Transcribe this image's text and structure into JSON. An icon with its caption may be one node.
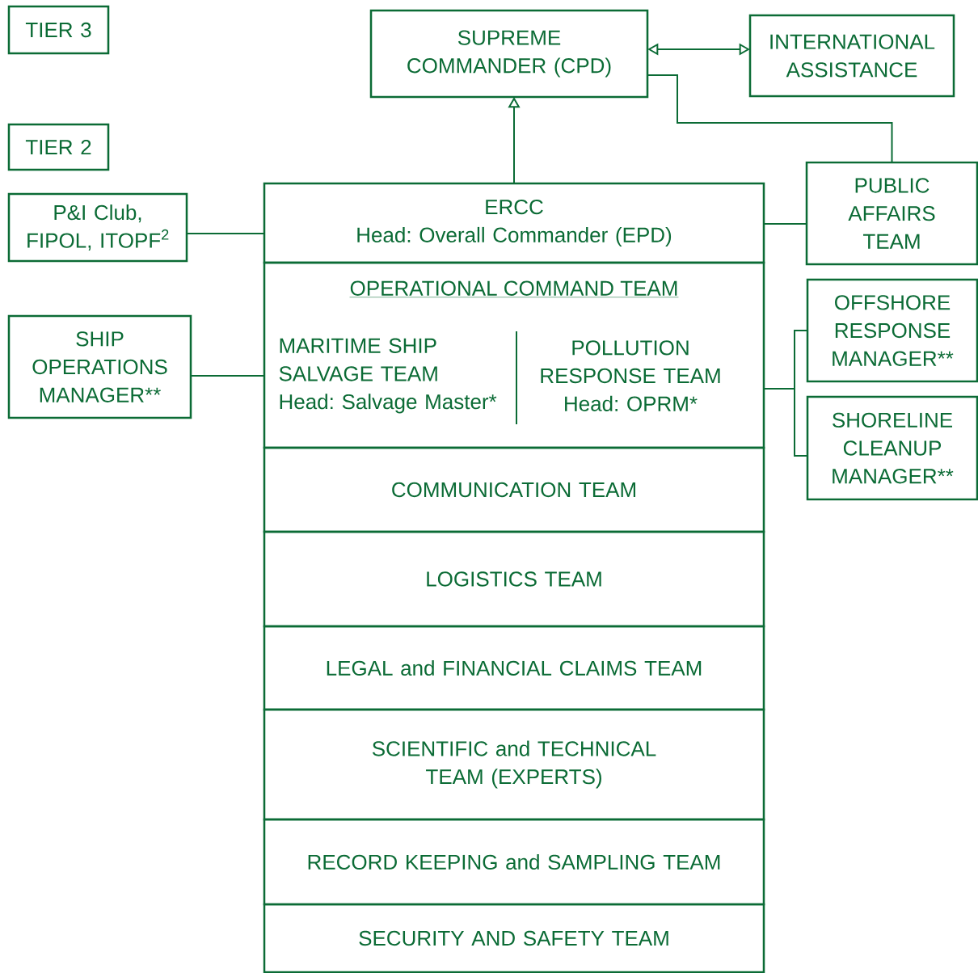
{
  "diagram": {
    "nodes": [
      {
        "text": [
          "TIER 3"
        ]
      },
      {
        "text": [
          "SUPREME COMMANDER (CPD)"
        ]
      },
      {
        "text": [
          "INTERNATIONAL ASSISTANCE"
        ]
      },
      {
        "text": [
          "TIER 2"
        ]
      },
      {
        "text": [
          "P&I Club, FIPOL, ITOPF$^{2}$"
        ]
      },
      {
        "text": [
          "ERCC",
          "Head: Overall Commander (EPD)"
        ]
      },
      {
        "text": [
          "PUBLIC AFFAIRS TEAM"
        ]
      },
      {
        "text": [
          "OPERATIONAL COMMAND TEAM"
        ]
      },
      {
        "text": [
          "MARITIME SHIP SALVAGE TEAM",
          "Head: Salvage Master*"
        ],
        "in": 7
      },
      {
        "text": [
          "POLLUTION RESPONSE TEAM",
          "Head: OPRM*"
        ],
        "in": 7
      },
      {
        "text": [
          "SHIP OPERATIONS MANAGER**"
        ]
      },
      {
        "text": [
          "OFFSHORE RESPONSE MANAGER**"
        ]
      },
      {
        "text": [
          "SHORELINE CLEANUP MANAGER**"
        ]
      },
      {
        "text": [
          "COMMUNICATION TEAM"
        ]
      },
      {
        "text": [
          "LOGISTICS TEAM"
        ]
      },
      {
        "text": [
          "LEGAL and FINANCIAL CLAIMS TEAM"
        ]
      },
      {
        "text": [
          "SCIENTIFIC and TECHNICAL TEAM (EXPERTS)"
        ]
      },
      {
        "text": [
          "RECORD KEEPING and SAMPLING TEAM"
        ]
      },
      {
        "text": [
          "SECURITY AND SAFETY TEAM"
        ]
      }
    ],
    "edges": [
      {
        "from": 5,
        "to": 1,
        "arrow": "to"
      },
      {
        "from": 1,
        "to": 2,
        "arrow": "both"
      },
      {
        "from": 1,
        "to": 6,
        "arrow": "none"
      },
      {
        "from": 4,
        "to": 5,
        "arrow": "none"
      },
      {
        "from": 5,
        "to": 6,
        "arrow": "none"
      },
      {
        "from": 10,
        "to": 7,
        "arrow": "none"
      },
      {
        "from": 7,
        "to": 11,
        "arrow": "none"
      },
      {
        "from": 7,
        "to": 12,
        "arrow": "none"
      }
    ]
  }
}
